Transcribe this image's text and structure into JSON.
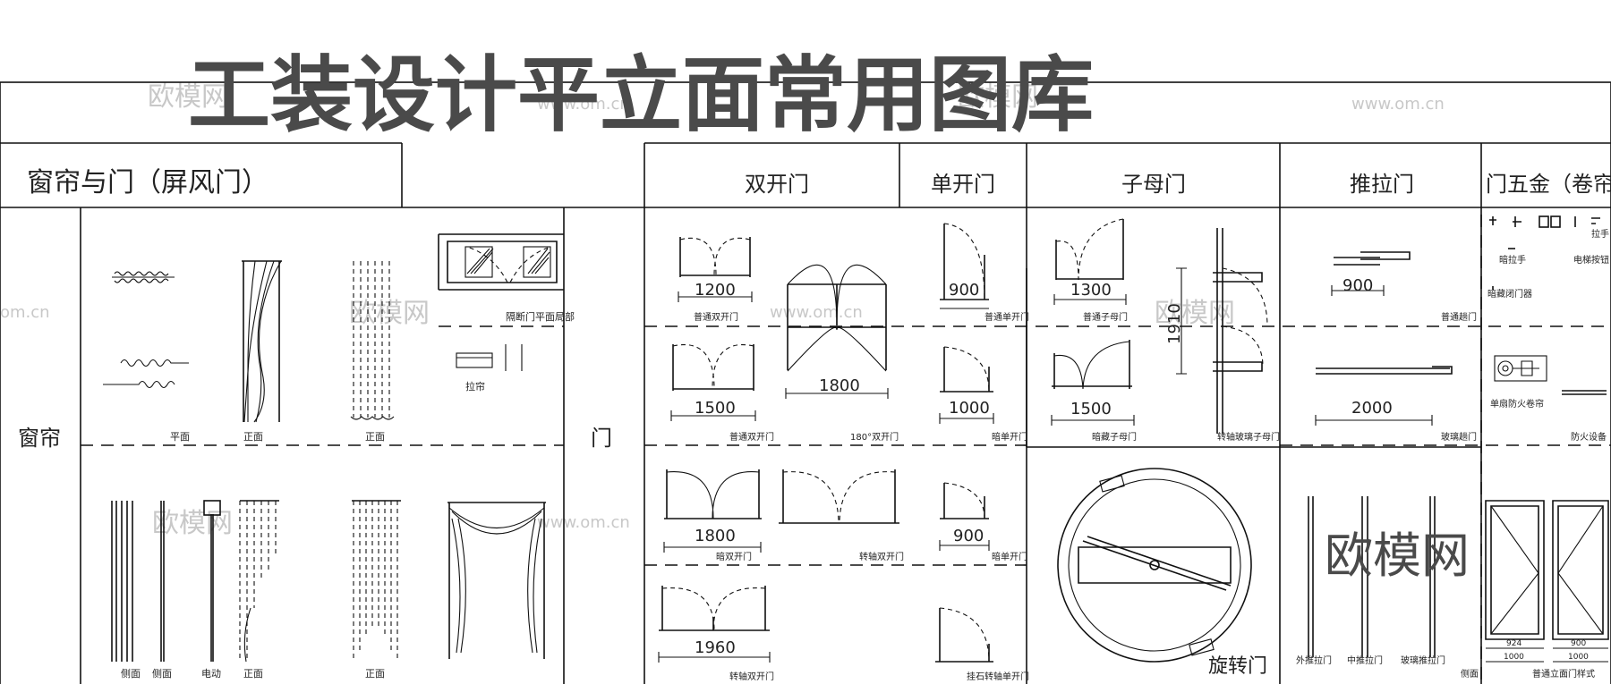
{
  "title": "工装设计平立面常用图库",
  "watermarks": [
    "欧模网",
    "www.om.cn",
    "欧模网",
    "www.om.cn",
    "om.cn",
    "欧模网",
    "www.om.cn",
    "欧模网",
    "www.om.cn",
    "欧模网"
  ],
  "brand": "欧模网",
  "left_header": "窗帘与门（屏风门）",
  "right_headers": [
    "双开门",
    "单开门",
    "子母门",
    "推拉门",
    "门五金（卷帘）"
  ],
  "row_labels": {
    "curtain": "窗帘",
    "door": "门"
  },
  "curtain_labels": [
    "平面",
    "正面",
    "正面",
    "隔断门平面局部",
    "拉帘",
    "侧面",
    "侧面",
    "电动",
    "正面",
    "正面"
  ],
  "door_labels": [
    "普通双开门",
    "180°双开门",
    "普通双开门",
    "普通单开门",
    "暗单开门",
    "普通子母门",
    "暗藏子母门",
    "转轴玻璃子母门",
    "普通趟门",
    "玻璃趟门",
    "暗双开门",
    "转轴双开门",
    "暗单开门",
    "转轴双开门",
    "挂石转轴单开门",
    "旋转门",
    "外推拉门",
    "中推拉门",
    "玻璃推拉门",
    "侧面",
    "普通立面门样式"
  ],
  "hardware_labels": [
    "拉手",
    "暗拉手",
    "电梯按钮",
    "暗藏闭门器",
    "单扇防火卷帘",
    "防火设备"
  ],
  "dimensions": [
    "1200",
    "1800",
    "1500",
    "900",
    "1000",
    "1300",
    "1500",
    "1910",
    "900",
    "2000",
    "1800",
    "900",
    "1960",
    "924",
    "900",
    "1000",
    "1000"
  ]
}
